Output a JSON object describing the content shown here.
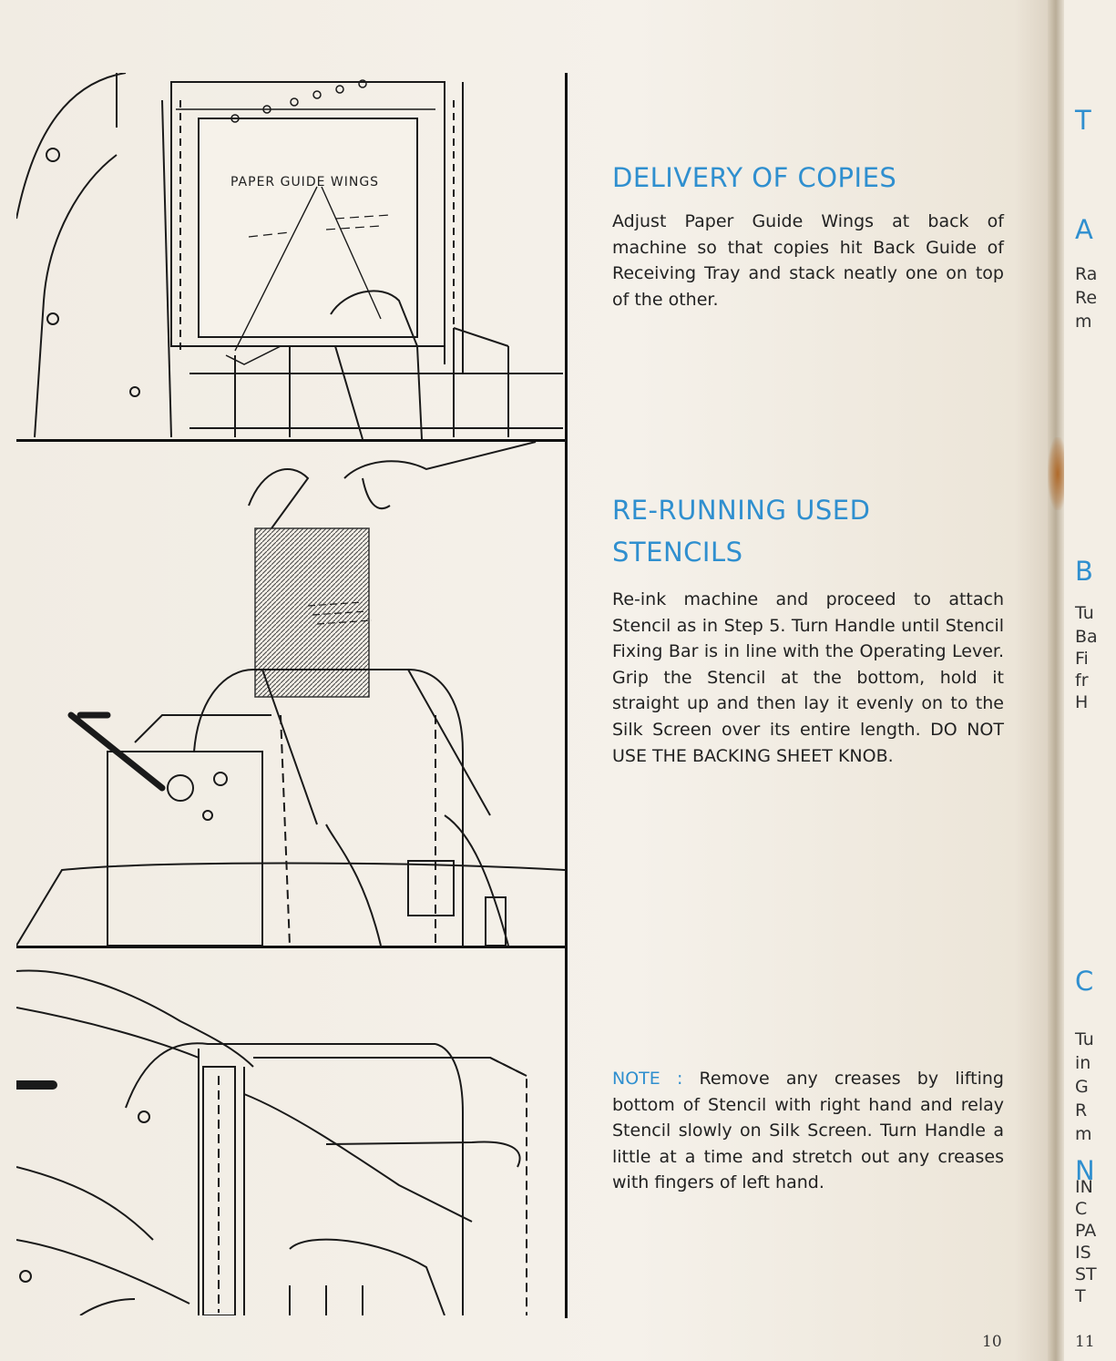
{
  "illustration_1": {
    "callout_label": "PAPER GUIDE WINGS"
  },
  "section_delivery": {
    "heading": "DELIVERY OF COPIES",
    "body": "Adjust Paper Guide Wings at back of machine so that copies hit Back Guide of Receiving Tray and stack neatly one on top of the other."
  },
  "section_rerunning": {
    "heading_line1": "RE-RUNNING USED",
    "heading_line2": "STENCILS",
    "body": "Re-ink machine and proceed to attach Stencil as in Step 5. Turn Handle until Stencil Fixing Bar is in line with the Operating Lever. Grip the Stencil at the bottom, hold it straight up and then lay it evenly on to the Silk Screen over its entire length. DO NOT USE THE BACKING SHEET KNOB."
  },
  "note": {
    "label": "NOTE :",
    "body": "Remove any creases by lifting bottom of Stencil with right hand and relay Stencil slowly on Silk Screen. Turn Handle a little at a time and stretch out any creases with fingers of left hand."
  },
  "page_number": "10",
  "facing_page": {
    "fragments": [
      {
        "text": "T",
        "kind": "head"
      },
      {
        "text": "A",
        "kind": "head"
      },
      {
        "text": "Ra",
        "kind": "text"
      },
      {
        "text": "Re",
        "kind": "text"
      },
      {
        "text": "m",
        "kind": "text"
      },
      {
        "text": "B",
        "kind": "head"
      },
      {
        "text": "Tu",
        "kind": "text"
      },
      {
        "text": "Ba",
        "kind": "text"
      },
      {
        "text": "Fi",
        "kind": "text"
      },
      {
        "text": "fr",
        "kind": "text"
      },
      {
        "text": "H",
        "kind": "text"
      },
      {
        "text": "C",
        "kind": "head"
      },
      {
        "text": "Tu",
        "kind": "text"
      },
      {
        "text": "in",
        "kind": "text"
      },
      {
        "text": "G",
        "kind": "text"
      },
      {
        "text": "R",
        "kind": "text"
      },
      {
        "text": "m",
        "kind": "text"
      },
      {
        "text": "N",
        "kind": "head"
      },
      {
        "text": "IN",
        "kind": "text"
      },
      {
        "text": "C",
        "kind": "text"
      },
      {
        "text": "PA",
        "kind": "text"
      },
      {
        "text": "IS",
        "kind": "text"
      },
      {
        "text": "ST",
        "kind": "text"
      },
      {
        "text": "T",
        "kind": "text"
      },
      {
        "text": "11",
        "kind": "text"
      }
    ]
  }
}
